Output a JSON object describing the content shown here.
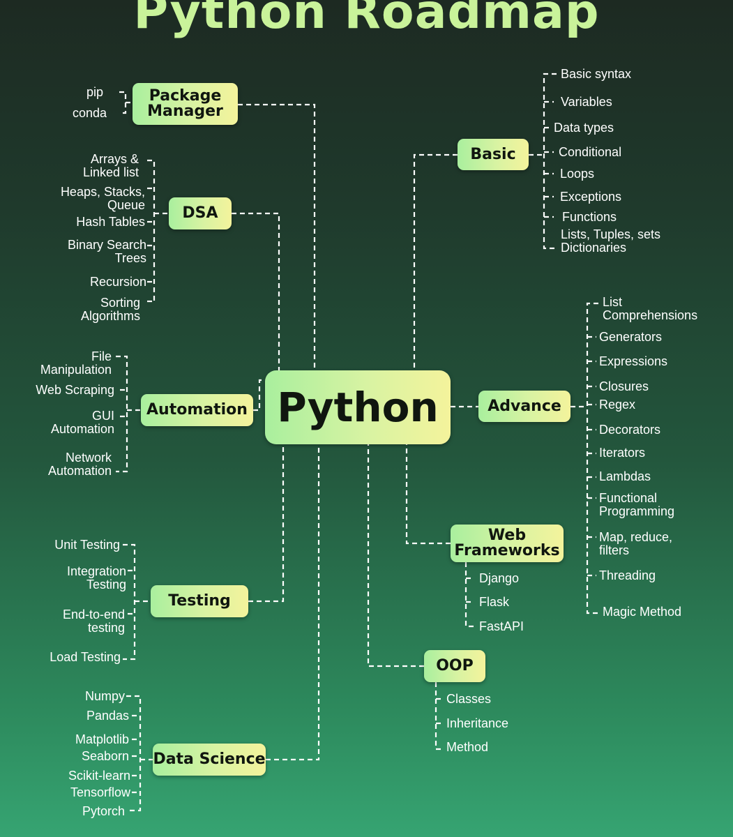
{
  "title": "Python Roadmap",
  "center": "Python",
  "colors": {
    "connector": "#ffffff",
    "node_left": "#a9ef9e",
    "node_right": "#f4f39c",
    "title": "#c9f39a"
  },
  "branches": {
    "package_manager": {
      "label": "Package\nManager",
      "items": [
        "pip",
        "conda"
      ]
    },
    "dsa": {
      "label": "DSA",
      "items": [
        "Arrays &\nLinked list",
        "Heaps, Stacks,\nQueue",
        "Hash Tables",
        "Binary Search\nTrees",
        "Recursion",
        "Sorting\nAlgorithms"
      ]
    },
    "automation": {
      "label": "Automation",
      "items": [
        "File\nManipulation",
        "Web Scraping",
        "GUI\nAutomation",
        "Network\nAutomation"
      ]
    },
    "testing": {
      "label": "Testing",
      "items": [
        "Unit Testing",
        "Integration\nTesting",
        "End-to-end\ntesting",
        "Load Testing"
      ]
    },
    "data_science": {
      "label": "Data Science",
      "items": [
        "Numpy",
        "Pandas",
        "Matplotlib",
        "Seaborn",
        "Scikit-learn",
        "Tensorflow",
        "Pytorch"
      ]
    },
    "basic": {
      "label": "Basic",
      "items": [
        "Basic syntax",
        "Variables",
        "Data types",
        "Conditional",
        "Loops",
        "Exceptions",
        "Functions",
        "Lists, Tuples, sets\nDictionaries"
      ]
    },
    "advance": {
      "label": "Advance",
      "items": [
        "List\nComprehensions",
        "Generators",
        "Expressions",
        "Closures",
        "Regex",
        "Decorators",
        "Iterators",
        "Lambdas",
        "Functional\nProgramming",
        "Map, reduce,\nfilters",
        "Threading",
        "Magic Method"
      ]
    },
    "web_frameworks": {
      "label": "Web\nFrameworks",
      "items": [
        "Django",
        "Flask",
        "FastAPI"
      ]
    },
    "oop": {
      "label": "OOP",
      "items": [
        "Classes",
        "Inheritance",
        "Method"
      ]
    }
  }
}
